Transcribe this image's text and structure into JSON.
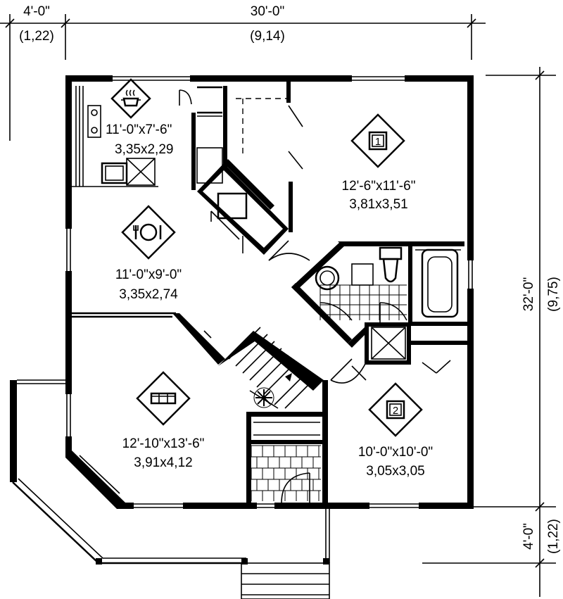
{
  "dimensions": {
    "top_left": {
      "imperial": "4'-0\"",
      "metric": "(1,22)"
    },
    "top_main": {
      "imperial": "30'-0\"",
      "metric": "(9,14)"
    },
    "right_main": {
      "imperial": "32'-0\"",
      "metric": "(9,75)"
    },
    "right_bottom": {
      "imperial": "4'-0\"",
      "metric": "(1,22)"
    }
  },
  "rooms": {
    "kitchen": {
      "size_imperial": "11'-0\"x7'-6\"",
      "size_metric": "3,35x2,29",
      "icon": "kitchen-icon"
    },
    "bedroom1": {
      "size_imperial": "12'-6\"x11'-6\"",
      "size_metric": "3,81x3,51",
      "icon": "bed-icon",
      "number": "1"
    },
    "dining": {
      "size_imperial": "11'-0\"x9'-0\"",
      "size_metric": "3,35x2,74",
      "icon": "dining-icon"
    },
    "living": {
      "size_imperial": "12'-10\"x13'-6\"",
      "size_metric": "3,91x4,12",
      "icon": "sofa-icon"
    },
    "bedroom2": {
      "size_imperial": "10'-0\"x10'-0\"",
      "size_metric": "3,05x3,05",
      "icon": "bed-icon",
      "number": "2"
    }
  }
}
